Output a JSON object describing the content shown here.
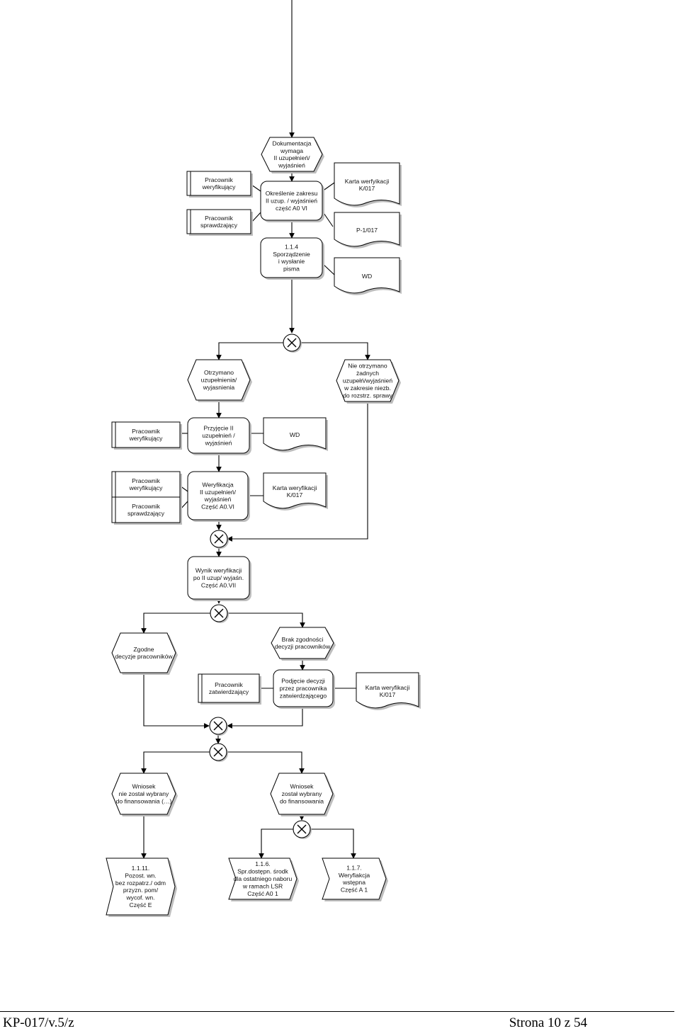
{
  "nodes": {
    "n1": {
      "type": "event",
      "lines": [
        "Dokumentacja",
        "wymaga",
        "II uzupełnień/",
        "wyjaśnień"
      ]
    },
    "n2": {
      "type": "role",
      "lines": [
        "Pracownik",
        "weryfikujący"
      ]
    },
    "n3": {
      "type": "role",
      "lines": [
        "Pracownik",
        "sprawdzający"
      ]
    },
    "n4": {
      "type": "function",
      "lines": [
        "Określenie zakresu",
        "II uzup. / wyjaśnień",
        "część A0 VI"
      ]
    },
    "n5": {
      "type": "document",
      "lines": [
        "Karta werfyikacji",
        "K/017"
      ]
    },
    "n6": {
      "type": "document",
      "lines": [
        "P-1/017"
      ]
    },
    "n7": {
      "type": "function",
      "lines": [
        "1.1.4",
        "Sporządzenie",
        "i wysłanie",
        "pisma"
      ]
    },
    "n8": {
      "type": "document",
      "lines": [
        "WD"
      ]
    },
    "n9": {
      "type": "event",
      "lines": [
        "Otrzymano",
        "uzupełnienia/",
        "wyjasnienia"
      ]
    },
    "n10": {
      "type": "event",
      "lines": [
        "Nie otrzymano",
        "żadnych",
        "uzupełń/wyjaśnień",
        "w zakresie niezb.",
        "do rozstrz. sprawy"
      ]
    },
    "n11": {
      "type": "role",
      "lines": [
        "Pracownik",
        "weryfikujący"
      ]
    },
    "n12": {
      "type": "function",
      "lines": [
        "Przyjęcie II",
        "uzupełnień /",
        "wyjaśnień"
      ]
    },
    "n13": {
      "type": "document",
      "lines": [
        "WD"
      ]
    },
    "n14": {
      "type": "role",
      "lines": [
        "Pracownik",
        "weryfikujący"
      ]
    },
    "n15": {
      "type": "role",
      "lines": [
        "Pracownik",
        "sprawdzający"
      ]
    },
    "n16": {
      "type": "function",
      "lines": [
        "Weryfikacja",
        "II uzupełnień/",
        "wyjaśnień",
        "Część A0.VI"
      ]
    },
    "n17": {
      "type": "document",
      "lines": [
        "Karta weryfikacji",
        "K/017"
      ]
    },
    "n18": {
      "type": "function",
      "lines": [
        "Wynik weryfikacji",
        "po II uzup/ wyjaśn.",
        "Część A0.VII"
      ]
    },
    "n19": {
      "type": "event",
      "lines": [
        "Zgodne",
        "decyzje pracowników"
      ]
    },
    "n20": {
      "type": "event",
      "lines": [
        "Brak zgodności",
        "decyzji pracowników"
      ]
    },
    "n21": {
      "type": "role",
      "lines": [
        "Pracownik",
        "zatwierdzający"
      ]
    },
    "n22": {
      "type": "function",
      "lines": [
        "Podjęcie decyzji",
        "przez pracownika",
        "zatwierdzającego"
      ]
    },
    "n23": {
      "type": "document",
      "lines": [
        "Karta weryfikacji",
        "K/017"
      ]
    },
    "n24": {
      "type": "event",
      "lines": [
        "Wniosek",
        "nie został wybrany",
        "do finansowania (…)"
      ]
    },
    "n25": {
      "type": "event",
      "lines": [
        "Wniosek",
        "został wybrany",
        "do finansowania"
      ]
    },
    "n26": {
      "type": "interface",
      "lines": [
        "1.1.11.",
        "Pozost. wn.",
        "bez rozpatrz./ odm",
        "przyzn. pom/",
        "wycof. wn.",
        "Część E"
      ]
    },
    "n27": {
      "type": "interface",
      "lines": [
        "1.1.6.",
        "Spr.dostępn. środk",
        "dla ostatniego naboru",
        "w ramach LSR",
        "Część A0 1"
      ]
    },
    "n28": {
      "type": "interface",
      "lines": [
        "1.1.7.",
        "Weryfiakcja",
        "wstępna",
        "Część A 1"
      ]
    }
  },
  "footer": {
    "left": "KP-017/v.5/z",
    "right": "Strona 10 z 54"
  }
}
